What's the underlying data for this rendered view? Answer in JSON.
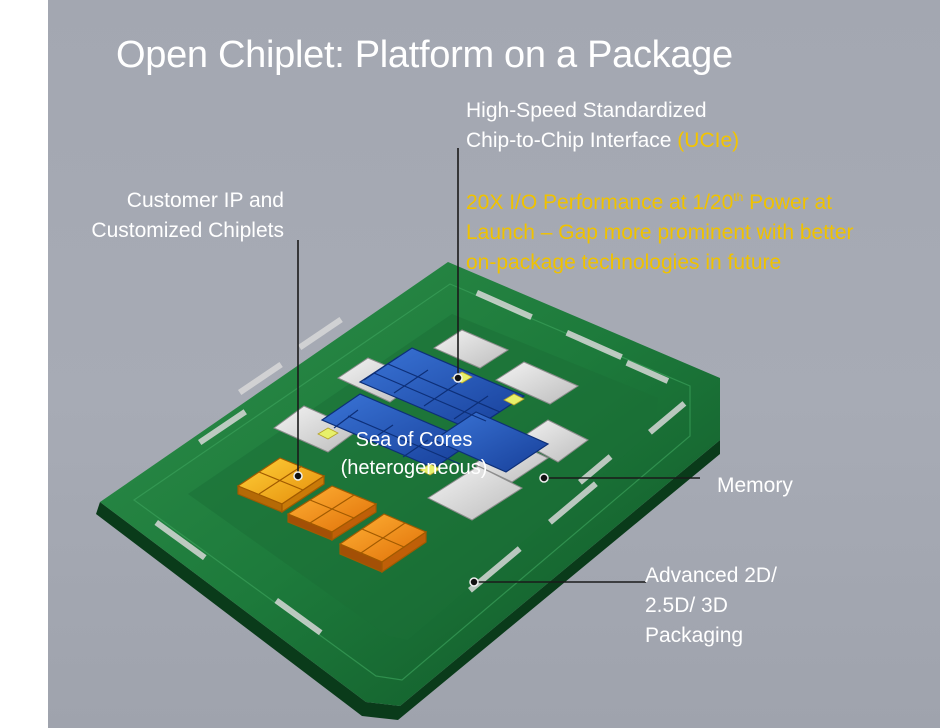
{
  "title": "Open Chiplet: Platform on a Package",
  "labels": {
    "customer_ip_line1": "Customer IP and",
    "customer_ip_line2": "Customized Chiplets",
    "interface_line1": "High-Speed Standardized",
    "interface_line2": "Chip-to-Chip Interface",
    "interface_highlight": "(UCIe)",
    "perf_line1_pre": "20X I/O Performance at 1/20",
    "perf_line1_sup": "th",
    "perf_line1_post": " Power at",
    "perf_line2": "Launch – Gap more prominent with better",
    "perf_line3": "on-package technologies in future",
    "sea_of_cores_line1": "Sea of Cores",
    "sea_of_cores_line2": "(heterogeneous)",
    "memory": "Memory",
    "packaging_line1": "Advanced 2D/",
    "packaging_line2": "2.5D/ 3D",
    "packaging_line3": "Packaging"
  },
  "colors": {
    "background": "#a5a9b3",
    "substrate": "#1f7a3c",
    "cores": "#1f55b8",
    "ip_chiplets": "#f4a514",
    "highlight": "#f3c400"
  }
}
